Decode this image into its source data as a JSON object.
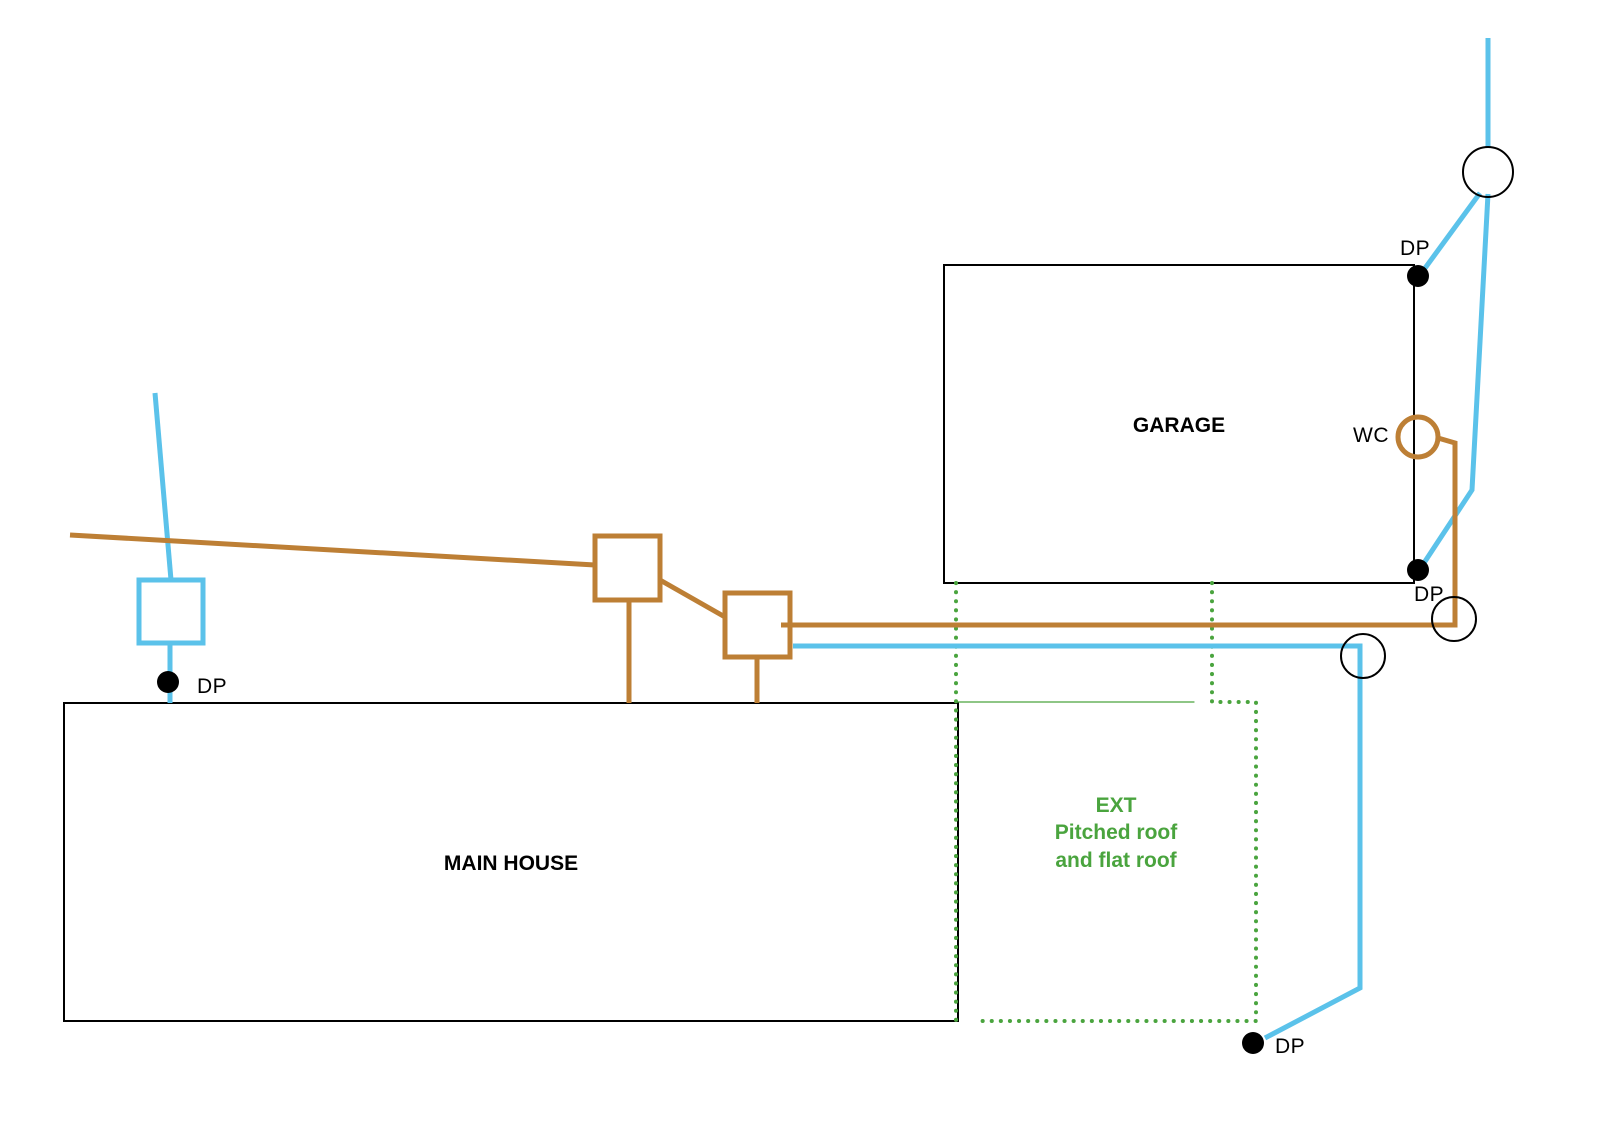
{
  "labels": {
    "main_house": "MAIN HOUSE",
    "garage": "GARAGE",
    "wc": "WC",
    "dp": "DP",
    "ext_line1": "EXT",
    "ext_line2": "Pitched roof",
    "ext_line3": "and flat roof"
  },
  "colors": {
    "foul_drain": "#bd7f35",
    "surface_water_drain": "#5bc2ea",
    "extension": "#4aa43e",
    "outline": "#000000",
    "downpipe": "#000000"
  },
  "legend_semantics": {
    "brown": "foul drainage runs and inspection chambers",
    "blue": "surface water drainage runs and chambers",
    "green_dotted": "proposed extension outline"
  }
}
